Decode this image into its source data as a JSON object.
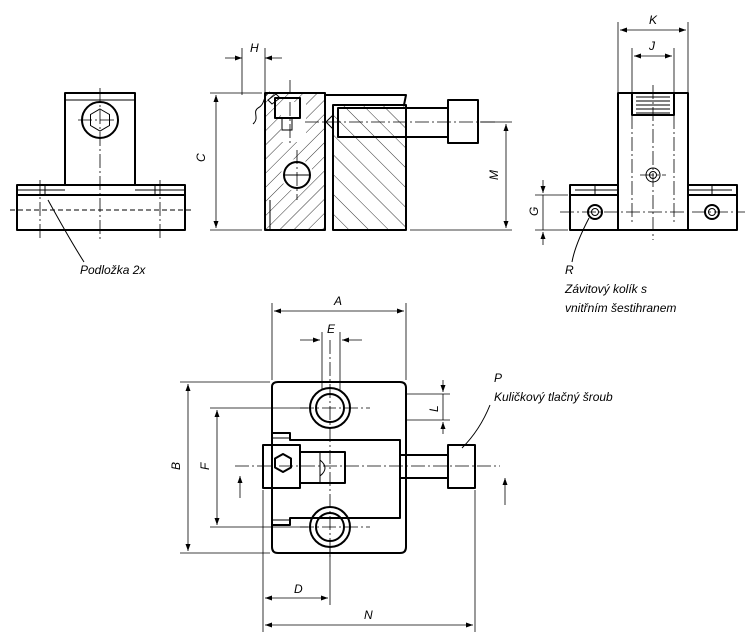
{
  "dimensions": {
    "H": "H",
    "C": "C",
    "M": "M",
    "K": "K",
    "J": "J",
    "G": "G",
    "A": "A",
    "E": "E",
    "B": "B",
    "F": "F",
    "L": "L",
    "D": "D",
    "N": "N"
  },
  "callouts": {
    "washer": "Podložka 2x",
    "R_code": "R",
    "R_line1": "Závitový kolík s",
    "R_line2": "vnitřním šestihranem",
    "P_code": "P",
    "P_text": "Kuličkový tlačný šroub"
  }
}
